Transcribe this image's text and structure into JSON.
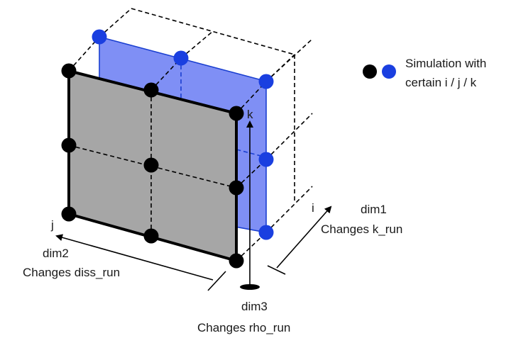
{
  "legend": {
    "line1": "Simulation with",
    "line2": "certain i / j / k",
    "marker_colors": [
      "#000000",
      "#1a3fe0"
    ]
  },
  "axes": {
    "i": {
      "letter": "i",
      "name": "dim1",
      "description": "Changes k_run"
    },
    "j": {
      "letter": "j",
      "name": "dim2",
      "description": "Changes diss_run"
    },
    "k": {
      "letter": "k",
      "name": "dim3",
      "description": "Changes rho_run"
    }
  },
  "colors": {
    "front_face": "#a6a6a6",
    "back_face": "#7f8ff5",
    "back_face_stroke": "#1a3fd0",
    "black_point": "#000000",
    "blue_point": "#1a3fe0"
  }
}
